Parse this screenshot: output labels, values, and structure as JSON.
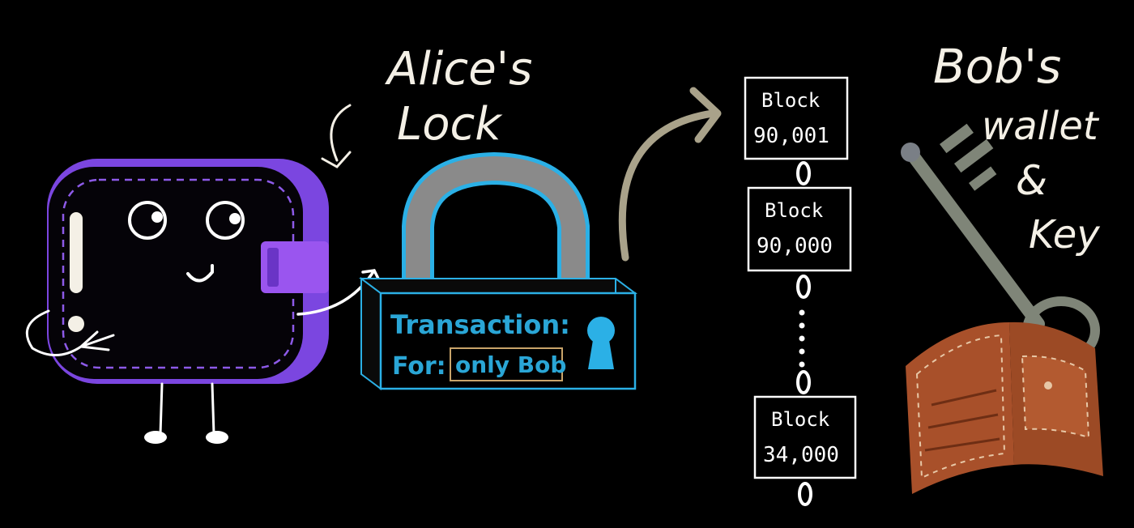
{
  "labels": {
    "alice_lock_line1": "Alice's",
    "alice_lock_line2": "Lock",
    "bob_line1": "Bob's",
    "bob_line2": "wallet",
    "bob_line3": "&",
    "bob_line4": "Key"
  },
  "lock": {
    "line1": "Transaction:",
    "line2_prefix": "For:",
    "line2_recipient": "only Bob"
  },
  "chain": {
    "blocks": [
      {
        "word": "Block",
        "number": "90,001"
      },
      {
        "word": "Block",
        "number": "90,000"
      },
      {
        "word": "Block",
        "number": "34,000"
      }
    ],
    "gap_marker": "⋮"
  },
  "colors": {
    "background": "#000000",
    "alice_wallet": "#7b46e0",
    "alice_wallet_flap": "#9a55ef",
    "lock_outline": "#2bb0e6",
    "lock_shackle": "#8a8a8a",
    "arrow": "#a9a28a",
    "bob_wallet": "#a8502a",
    "key": "#7f8578",
    "ink": "#ffffff"
  }
}
